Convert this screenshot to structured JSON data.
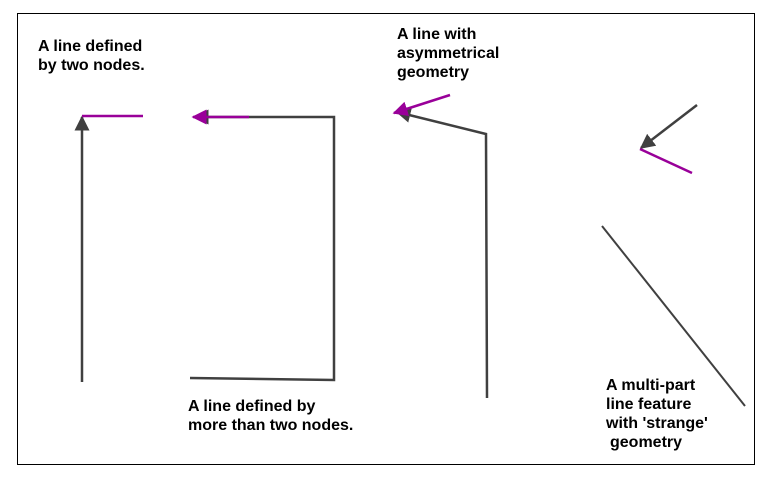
{
  "colors": {
    "background": "#ffffff",
    "frame": "#000000",
    "line": "#404040",
    "highlight": "#990099",
    "text": "#000000"
  },
  "labels": {
    "two_nodes": [
      "A line defined",
      "by two nodes."
    ],
    "multi_nodes": [
      "A line defined by",
      "more than two nodes."
    ],
    "asymmetrical": [
      "A line with",
      "asymmetrical",
      "geometry"
    ],
    "multipart": [
      "A multi-part",
      "line feature",
      "with 'strange'",
      "geometry"
    ]
  }
}
